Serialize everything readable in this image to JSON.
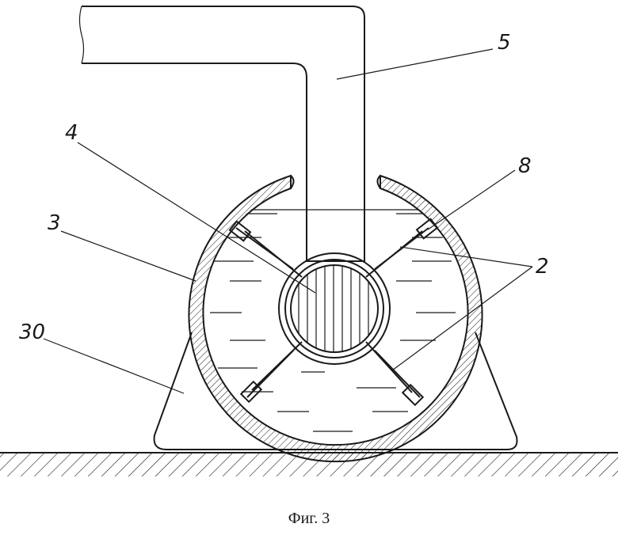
{
  "labels": {
    "l5": "5",
    "l4": "4",
    "l8": "8",
    "l3": "3",
    "l2": "2",
    "l30": "30"
  },
  "caption": "Фиг. 3",
  "colors": {
    "ink": "#1a1a1a",
    "background": "#ffffff"
  }
}
